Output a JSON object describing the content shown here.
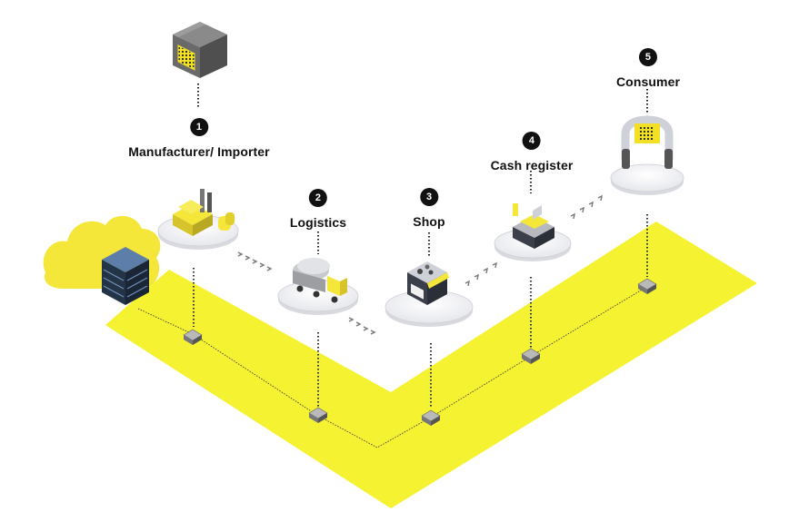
{
  "colors": {
    "band": "#f5f231",
    "badge": "#111111",
    "text": "#111111",
    "platform": "#e8e9ee",
    "accent": "#f2e027"
  },
  "steps": [
    {
      "number": "1",
      "label": "Manufacturer/ Importer",
      "icon": "factory-icon"
    },
    {
      "number": "2",
      "label": "Logistics",
      "icon": "tanker-truck-icon"
    },
    {
      "number": "3",
      "label": "Shop",
      "icon": "shop-icon"
    },
    {
      "number": "4",
      "label": "Cash register",
      "icon": "cash-register-icon"
    },
    {
      "number": "5",
      "label": "Consumer",
      "icon": "phone-scan-icon"
    }
  ],
  "icons": {
    "top": "qr-box-icon",
    "cloud": "cloud-server-icon",
    "node": "chip-node-icon"
  }
}
